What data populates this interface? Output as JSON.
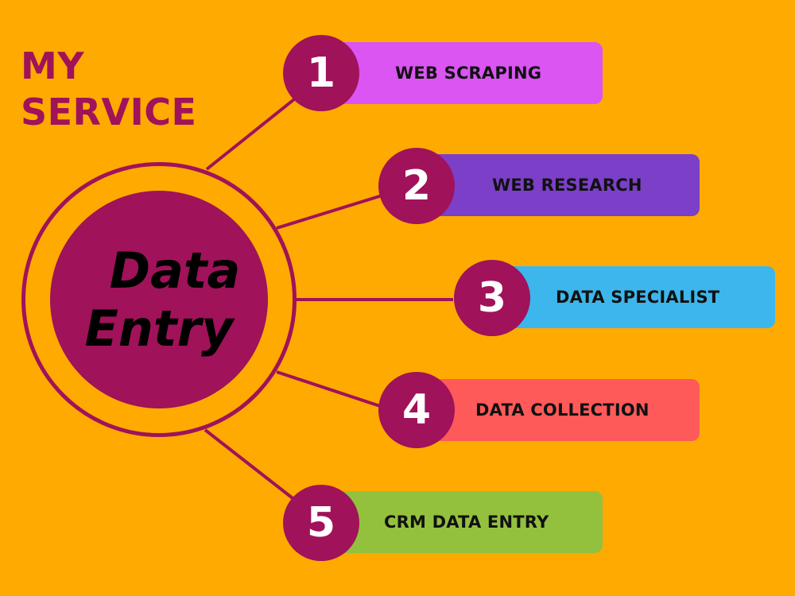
{
  "heading": {
    "line1": "MY",
    "line2": "SERVICE"
  },
  "center": {
    "line1": "Data",
    "line2": "Entry"
  },
  "services": [
    {
      "number": "1",
      "label": "WEB SCRAPING",
      "color": "#DA55F2"
    },
    {
      "number": "2",
      "label": "WEB RESEARCH",
      "color": "#7B3FC8"
    },
    {
      "number": "3",
      "label": "DATA SPECIALIST",
      "color": "#3CB6EC"
    },
    {
      "number": "4",
      "label": "DATA COLLECTION",
      "color": "#FF5A5A"
    },
    {
      "number": "5",
      "label": "CRM DATA ENTRY",
      "color": "#93C13E"
    }
  ],
  "colors": {
    "background": "#FFAA00",
    "accent": "#A0125A"
  }
}
